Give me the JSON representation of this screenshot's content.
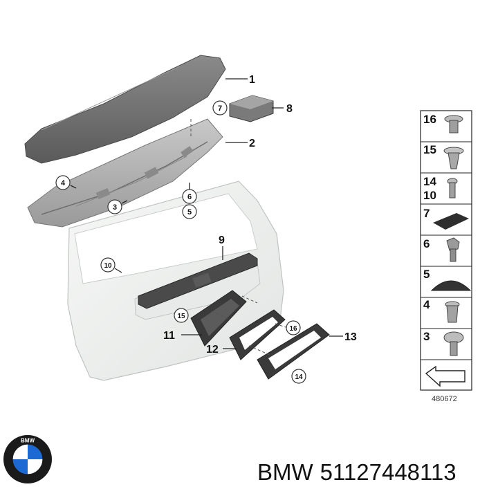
{
  "diagram": {
    "callouts_lines": [
      "1",
      "2",
      "8",
      "9",
      "11",
      "12",
      "13"
    ],
    "callouts_circles": [
      "7",
      "4",
      "3",
      "6",
      "5",
      "10",
      "15",
      "16",
      "14"
    ],
    "legend": [
      {
        "numbers": [
          "16"
        ],
        "icon": "flange-screw-icon"
      },
      {
        "numbers": [
          "15"
        ],
        "icon": "expanding-rivet-icon"
      },
      {
        "numbers": [
          "14",
          "10"
        ],
        "icon": "small-bolt-icon"
      },
      {
        "numbers": [
          "7"
        ],
        "icon": "foam-pad-icon"
      },
      {
        "numbers": [
          "6"
        ],
        "icon": "hex-screw-icon"
      },
      {
        "numbers": [
          "5"
        ],
        "icon": "rubber-cap-icon"
      },
      {
        "numbers": [
          "4"
        ],
        "icon": "plug-nut-icon"
      },
      {
        "numbers": [
          "3"
        ],
        "icon": "washer-screw-icon"
      },
      {
        "numbers": [],
        "icon": "direction-arrow-icon"
      }
    ],
    "catalog_number": "480672"
  },
  "footer": {
    "brand": "BMW",
    "part_number": "51127448113",
    "logo_letters": "BMW"
  },
  "colors": {
    "spoiler": "#6b6b6b",
    "panel": "#eef0ef",
    "parts_dark": "#3a3a3a",
    "logo_blue": "#1c69d4"
  }
}
